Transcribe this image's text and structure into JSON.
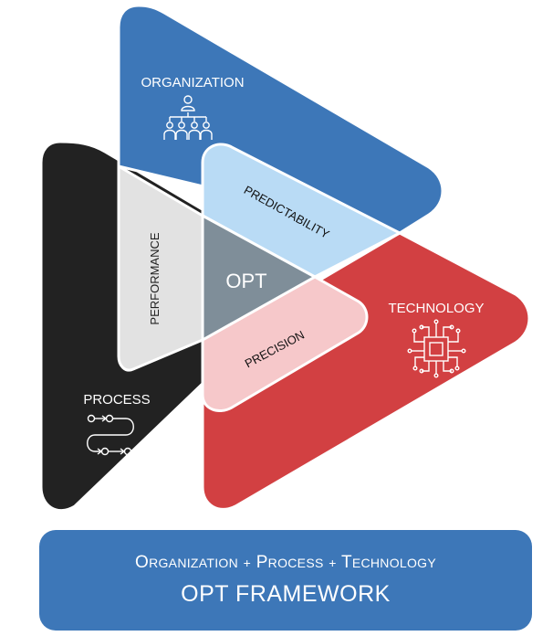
{
  "colors": {
    "organization": "#3d77b8",
    "process": "#222222",
    "technology": "#d24042",
    "performance": "#e2e2e2",
    "predictability": "#b9dbf5",
    "precision": "#f6c8ca",
    "opt_center": "#7f8e99"
  },
  "diagram": {
    "organization": {
      "label": "ORGANIZATION",
      "icon": "org-chart-icon"
    },
    "process": {
      "label": "PROCESS",
      "icon": "workflow-icon"
    },
    "technology": {
      "label": "TECHNOLOGY",
      "icon": "circuit-chip-icon"
    },
    "overlaps": {
      "performance": "PERFORMANCE",
      "predictability": "PREDICTABILITY",
      "precision": "PRECISION",
      "center": "OPT"
    }
  },
  "banner": {
    "org_initial": "O",
    "org_rest": "RGANIZATION",
    "plus_1": "+",
    "proc_initial": "P",
    "proc_rest": "ROCESS",
    "plus_2": "+",
    "tech_initial": "T",
    "tech_rest": "ECHNOLOGY",
    "title": "OPT FRAMEWORK"
  }
}
